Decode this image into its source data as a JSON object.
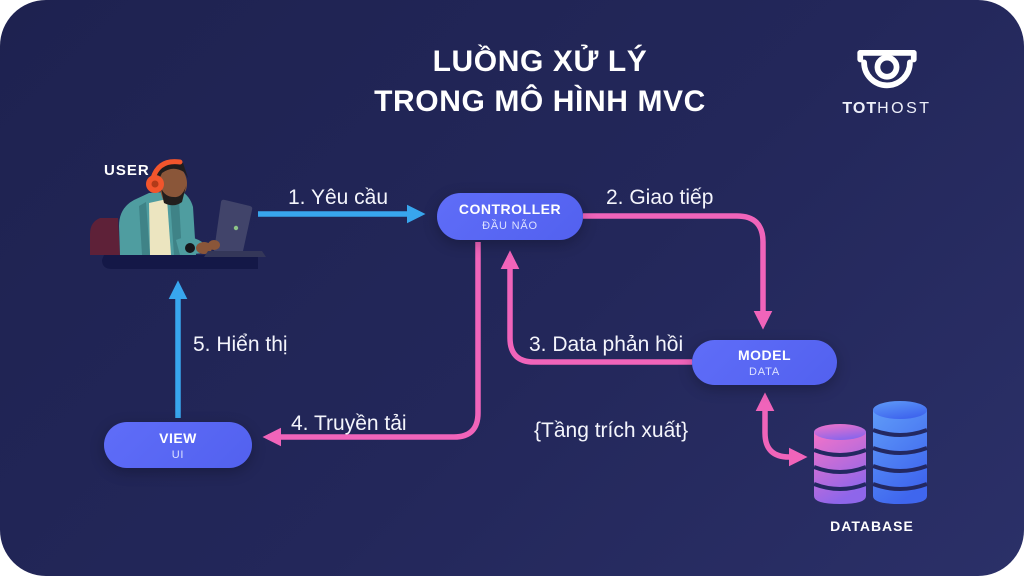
{
  "title": {
    "line1": "LUỒNG XỬ LÝ",
    "line2": "TRONG MÔ HÌNH MVC"
  },
  "logo": {
    "text_bold": "TOT",
    "text_light": "HOST"
  },
  "user": {
    "label": "USER"
  },
  "nodes": {
    "controller": {
      "title": "CONTROLLER",
      "subtitle": "ĐẦU NÃO"
    },
    "model": {
      "title": "MODEL",
      "subtitle": "DATA"
    },
    "view": {
      "title": "VIEW",
      "subtitle": "UI"
    }
  },
  "flows": [
    {
      "label": "1. Yêu cầu",
      "from": "user",
      "to": "controller",
      "color": "#38a6ee"
    },
    {
      "label": "2. Giao tiếp",
      "from": "controller",
      "to": "model",
      "color": "#f064ba"
    },
    {
      "label": "3. Data phản hồi",
      "from": "model",
      "to": "controller",
      "color": "#f064ba"
    },
    {
      "label": "4. Truyền tải",
      "from": "controller",
      "to": "view",
      "color": "#f064ba"
    },
    {
      "label": "5. Hiển thị",
      "from": "view",
      "to": "user",
      "color": "#38a6ee"
    }
  ],
  "annotations": {
    "extraction_layer": "{Tầng trích xuất}"
  },
  "database": {
    "label": "DATABASE",
    "link": "model ↔ database"
  },
  "colors": {
    "card_gradient": [
      "#1e2250",
      "#2b3068"
    ],
    "node_fill": "#5865f2",
    "flow_pink": "#f064ba",
    "flow_blue": "#38a6ee",
    "db_left_gradient": [
      "#f473c8",
      "#8e66ea"
    ],
    "db_right_gradient": [
      "#5f9bf8",
      "#3f66ee"
    ],
    "text": "#ffffff"
  }
}
